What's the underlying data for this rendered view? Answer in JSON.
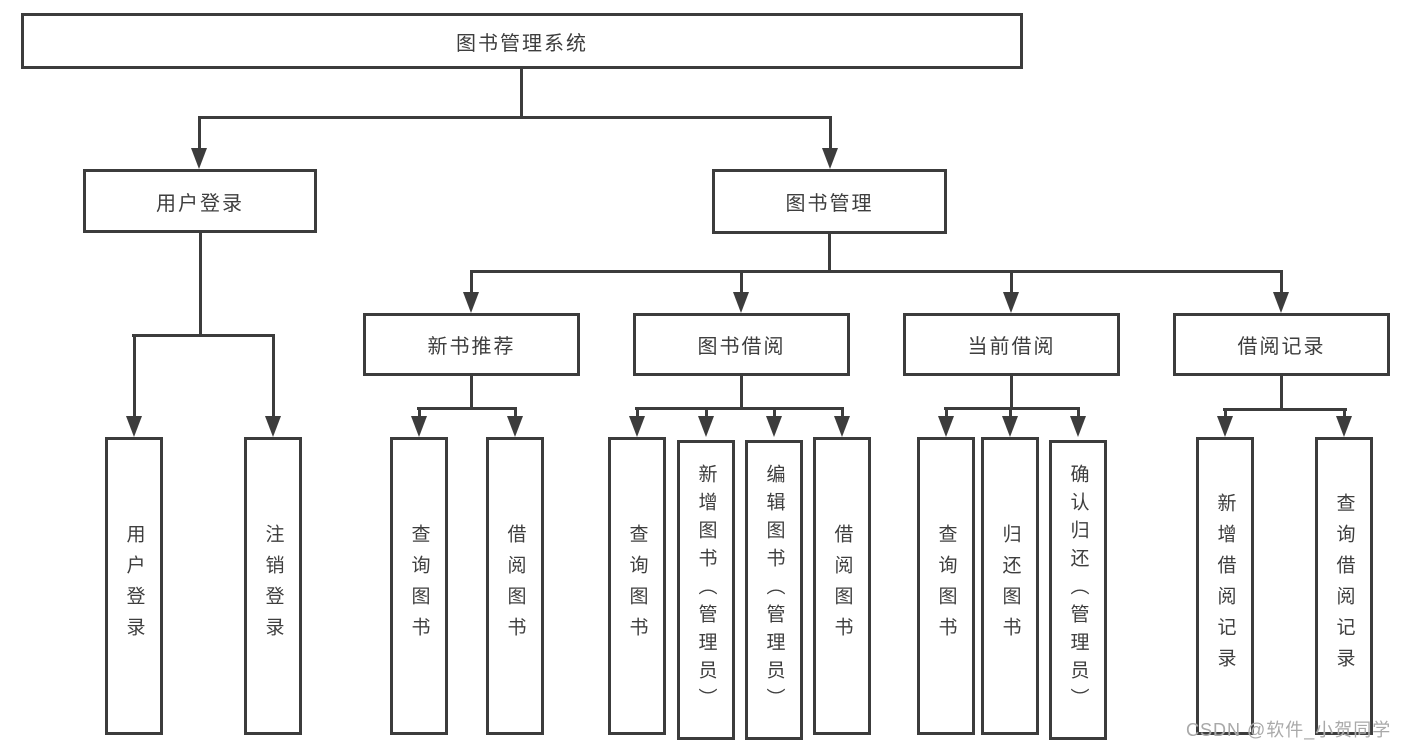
{
  "tree": {
    "label": "图书管理系统",
    "children": [
      {
        "label": "用户登录",
        "children": [
          {
            "label": "用户登录"
          },
          {
            "label": "注销登录"
          }
        ]
      },
      {
        "label": "图书管理",
        "children": [
          {
            "label": "新书推荐",
            "children": [
              {
                "label": "查询图书"
              },
              {
                "label": "借阅图书"
              }
            ]
          },
          {
            "label": "图书借阅",
            "children": [
              {
                "label": "查询图书"
              },
              {
                "label": "新增图书（管理员）"
              },
              {
                "label": "编辑图书（管理员）"
              },
              {
                "label": "借阅图书"
              }
            ]
          },
          {
            "label": "当前借阅",
            "children": [
              {
                "label": "查询图书"
              },
              {
                "label": "归还图书"
              },
              {
                "label": "确认归还（管理员）"
              }
            ]
          },
          {
            "label": "借阅记录",
            "children": [
              {
                "label": "新增借阅记录"
              },
              {
                "label": "查询借阅记录"
              }
            ]
          }
        ]
      }
    ]
  },
  "watermark": {
    "text": "CSDN @软件_小贺同学"
  },
  "colors": {
    "line": "#3c3c3c",
    "text": "#3e3e3e",
    "box_background": "#ffffff",
    "watermark": "#a9a9a9"
  }
}
